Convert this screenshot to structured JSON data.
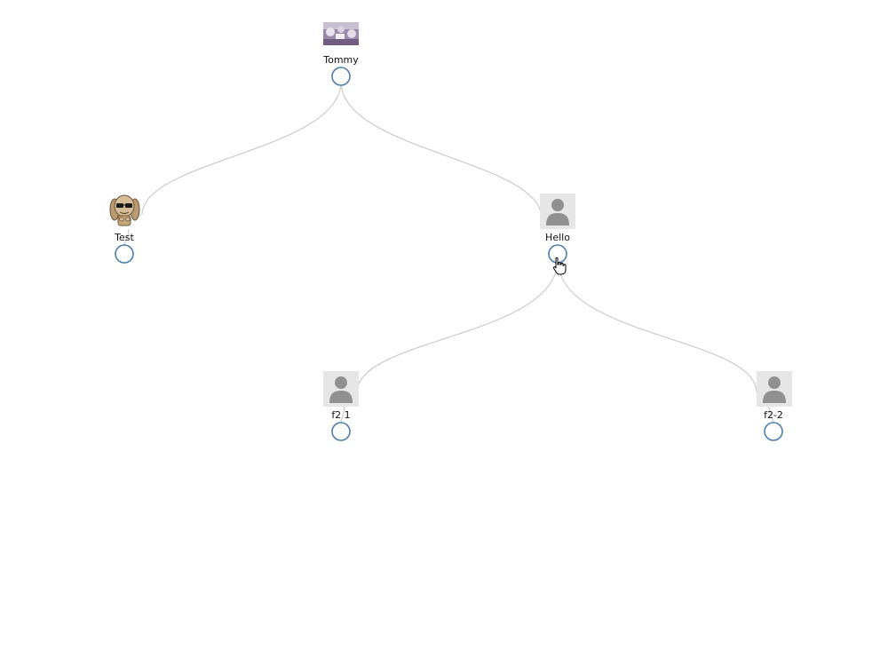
{
  "tree": {
    "nodes": [
      {
        "id": "tommy",
        "label": "Tommy",
        "avatar": "photo-thumbnail",
        "parent": null
      },
      {
        "id": "test",
        "label": "Test",
        "avatar": "cartoon-dog",
        "parent": "tommy"
      },
      {
        "id": "hello",
        "label": "Hello",
        "avatar": "default-user-silhouette",
        "parent": "tommy"
      },
      {
        "id": "f2-1",
        "label": "f2 1",
        "avatar": "default-user-silhouette",
        "parent": "hello"
      },
      {
        "id": "f2-2",
        "label": "f2-2",
        "avatar": "default-user-silhouette",
        "parent": "hello"
      }
    ],
    "colors": {
      "link": "#cccccc",
      "toggle_stroke": "#4a7fb0",
      "avatar_bg": "#e6e6e6",
      "avatar_figure": "#909090"
    }
  }
}
